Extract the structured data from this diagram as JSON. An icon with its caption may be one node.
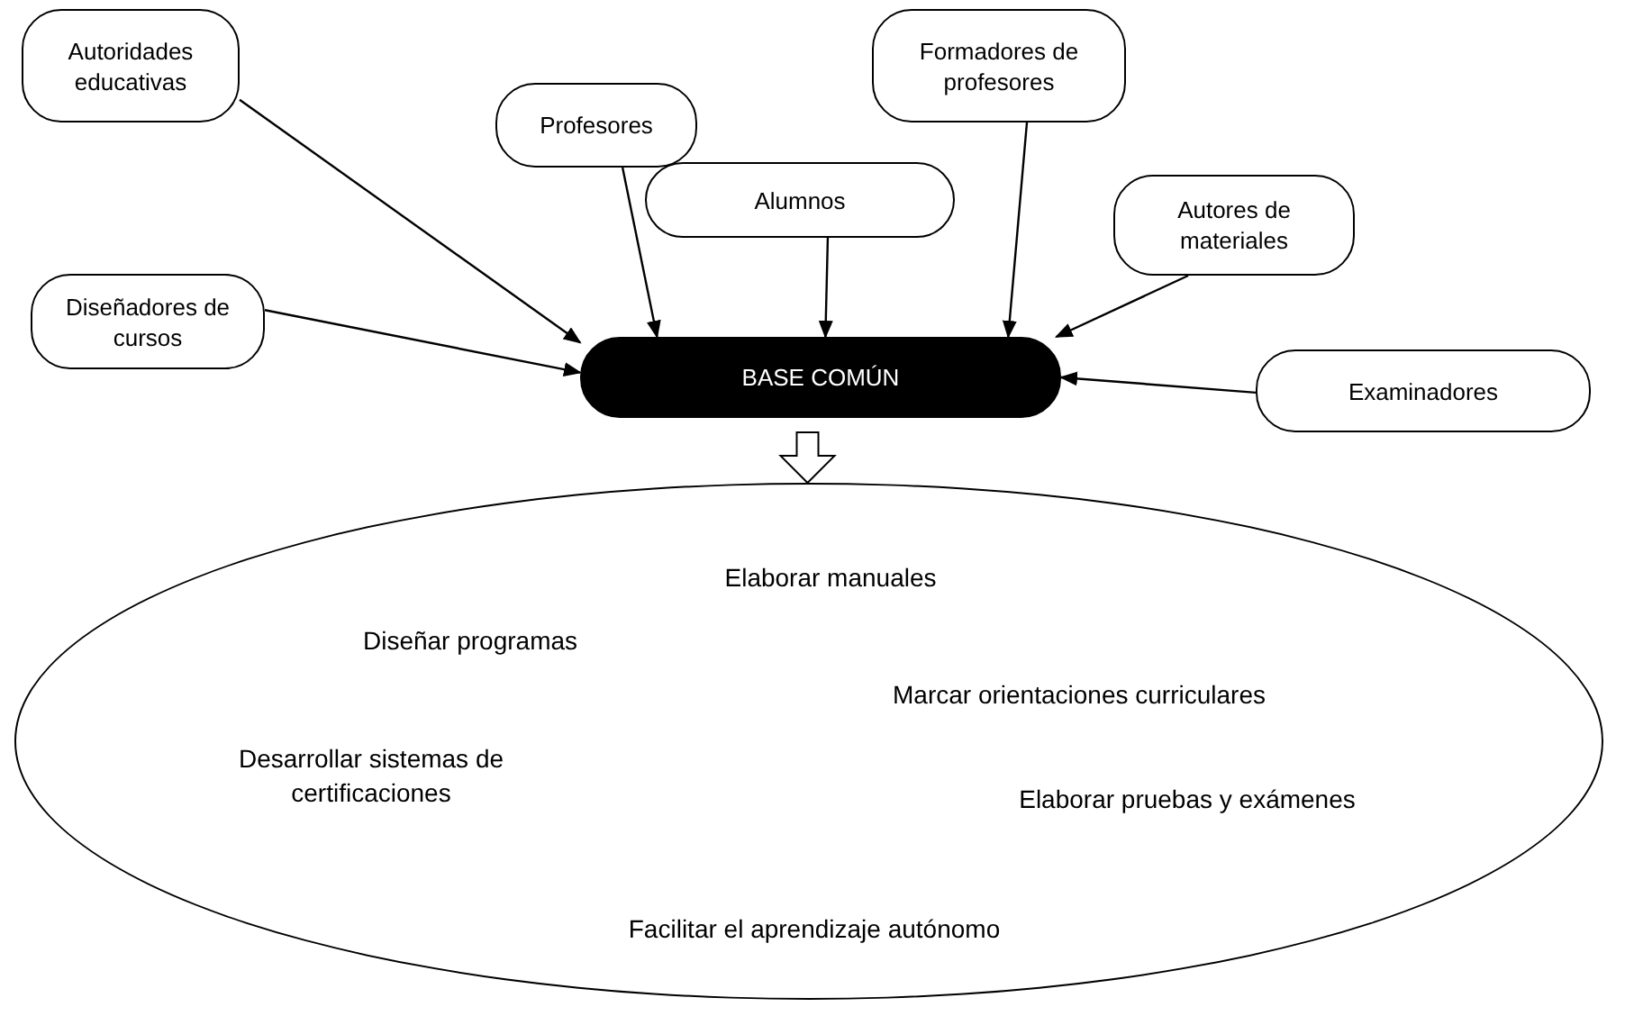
{
  "diagram": {
    "nodes": [
      {
        "text": [
          "Autoridades educativas"
        ]
      },
      {
        "text": [
          "Profesores"
        ]
      },
      {
        "text": [
          "Formadores de profesores"
        ]
      },
      {
        "text": [
          "Alumnos"
        ]
      },
      {
        "text": [
          "Autores de materiales"
        ]
      },
      {
        "text": [
          "Diseñadores de cursos"
        ]
      },
      {
        "text": [
          "BASE COMÚN"
        ]
      },
      {
        "text": [
          "Examinadores"
        ]
      },
      {
        "text": [
          "Elaborar manuales",
          "Diseñar programas",
          "Marcar orientaciones curriculares",
          "Desarrollar sistemas de certificaciones",
          "Elaborar pruebas y exámenes",
          "Facilitar el aprendizaje autónomo"
        ]
      }
    ],
    "edges": [
      {
        "from": 0,
        "to": 6,
        "arrow": "to"
      },
      {
        "from": 1,
        "to": 6,
        "arrow": "to"
      },
      {
        "from": 3,
        "to": 6,
        "arrow": "to"
      },
      {
        "from": 2,
        "to": 6,
        "arrow": "to"
      },
      {
        "from": 4,
        "to": 6,
        "arrow": "to"
      },
      {
        "from": 5,
        "to": 6,
        "arrow": "to"
      },
      {
        "from": 7,
        "to": 6,
        "arrow": "to"
      },
      {
        "from": 6,
        "to": 8,
        "arrow": "to",
        "style": "thick"
      }
    ]
  }
}
